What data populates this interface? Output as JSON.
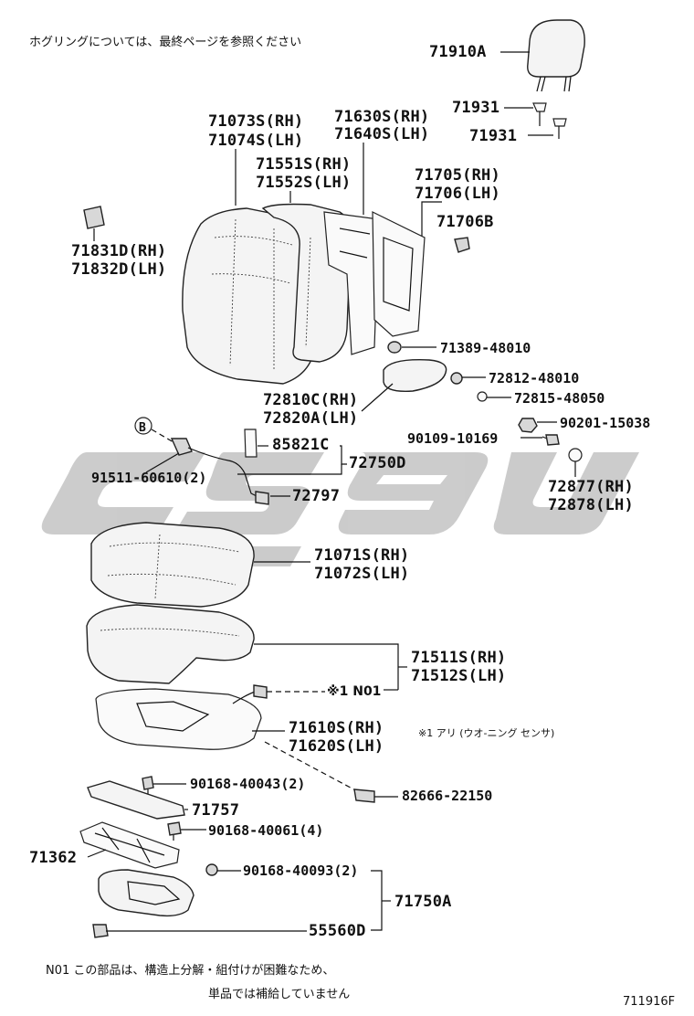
{
  "header_note": "ホグリングについては、最終ページを参照ください",
  "parts": {
    "p71910A": "71910A",
    "p71931a": "71931",
    "p71931b": "71931",
    "p71073S": "71073S(RH)",
    "p71074S": "71074S(LH)",
    "p71630S": "71630S(RH)",
    "p71640S": "71640S(LH)",
    "p71551S": "71551S(RH)",
    "p71552S": "71552S(LH)",
    "p71705": "71705(RH)",
    "p71706": "71706(LH)",
    "p71706B": "71706B",
    "p71831D": "71831D(RH)",
    "p71832D": "71832D(LH)",
    "p71389": "71389-48010",
    "p72812": "72812-48010",
    "p72815": "72815-48050",
    "p72810C": "72810C(RH)",
    "p72820A": "72820A(LH)",
    "p90201": "90201-15038",
    "p90109": "90109-10169",
    "pB": "B",
    "p85821C": "85821C",
    "p72750D": "72750D",
    "p91511": "91511-60610(2)",
    "p72797": "72797",
    "p72877": "72877(RH)",
    "p72878": "72878(LH)",
    "p71071S": "71071S(RH)",
    "p71072S": "71072S(LH)",
    "p71511S": "71511S(RH)",
    "p71512S": "71512S(LH)",
    "pN01": "※1 N01",
    "p71610S": "71610S(RH)",
    "p71620S": "71620S(LH)",
    "pSensorNote": "※1 アリ (ウオ-ニング センサ)",
    "p90168_40043": "90168-40043(2)",
    "p82666": "82666-22150",
    "p71757": "71757",
    "p90168_40061": "90168-40061(4)",
    "p71362": "71362",
    "p90168_40093": "90168-40093(2)",
    "p71750A": "71750A",
    "p55560D": "55560D"
  },
  "footer": {
    "line1": "N01 この部品は、構造上分解・組付けが困難なため、",
    "line2": "単品では補給していません",
    "code": "711916F"
  },
  "colors": {
    "watermark": "#c9c9c9",
    "line": "#111111"
  }
}
